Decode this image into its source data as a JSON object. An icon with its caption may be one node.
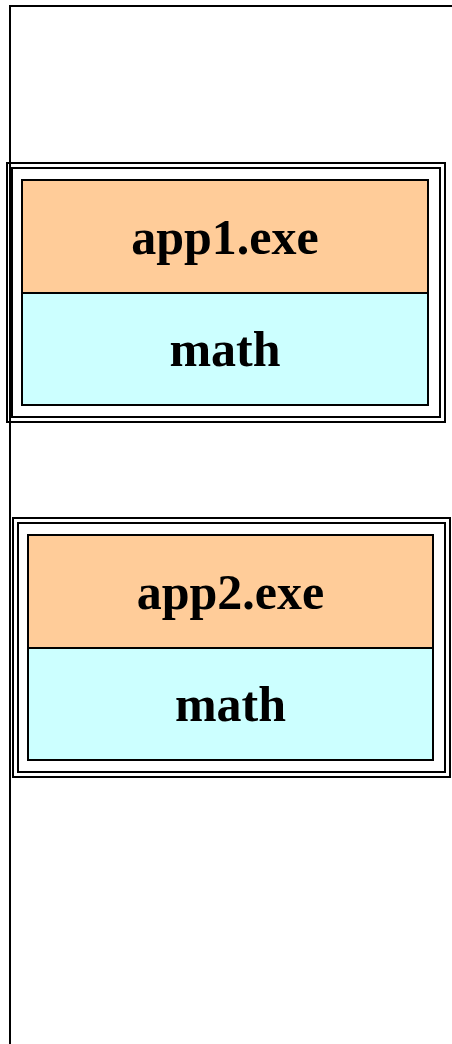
{
  "diagram": {
    "nodes": [
      {
        "text": [],
        "shape": "box"
      },
      {
        "text": [
          "app1.exe"
        ],
        "in": 0
      },
      {
        "text": [
          "math"
        ],
        "in": 0
      },
      {
        "text": [],
        "shape": "box"
      },
      {
        "text": [
          "app2.exe"
        ],
        "in": 3
      },
      {
        "text": [
          "math"
        ],
        "in": 3
      }
    ]
  }
}
